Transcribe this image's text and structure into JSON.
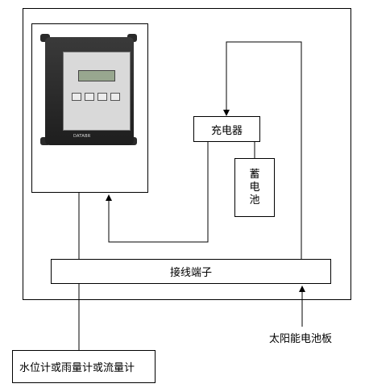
{
  "nodes": {
    "charger": "充电器",
    "battery": "蓄\n电\n池",
    "terminal": "接线端子",
    "solar_panel": "太阳能电池板",
    "meter": "水位计或雨量计或流量计"
  },
  "device_photo": {
    "brand": "DATABR"
  }
}
